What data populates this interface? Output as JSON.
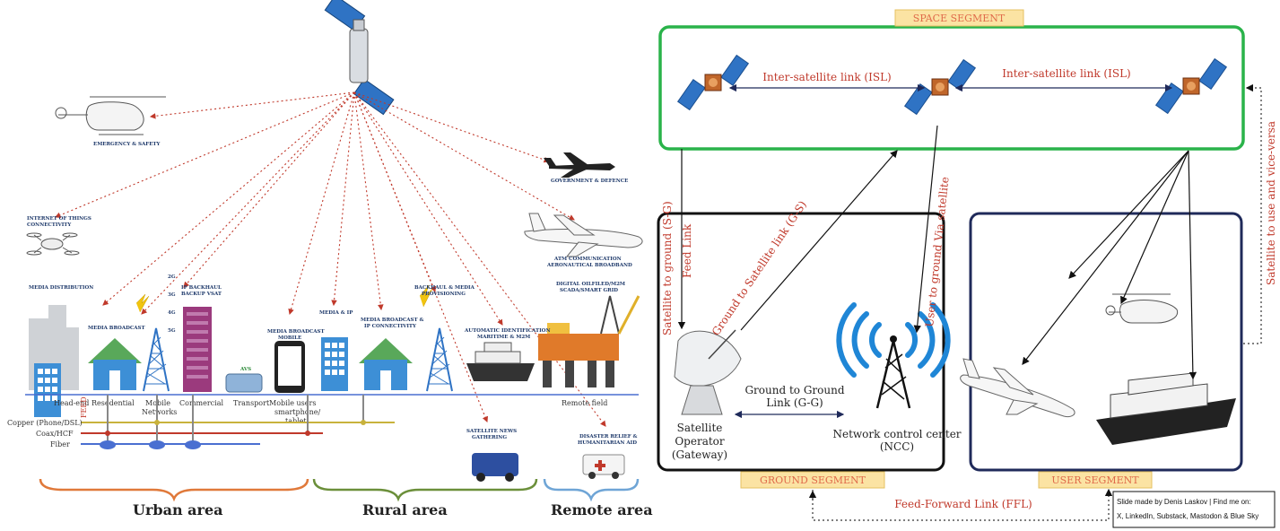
{
  "left_diagram": {
    "aerial_labels": {
      "emergency": "EMERGENCY & SAFETY",
      "iot": [
        "INTERNET OF THINGS",
        "CONNECTIVITY"
      ],
      "government": "GOVERNMENT & DEFENCE",
      "atm": [
        "ATM COMMUNICATION",
        "AERONAUTICAL BROADBAND"
      ],
      "oilfield": [
        "DIGITAL OILFILED/M2M",
        "SCADA/SMART GRID"
      ]
    },
    "service_labels": {
      "media_distribution": "MEDIA DISTRIBUTION",
      "media_broadcast": "MEDIA BROADCAST",
      "cellular": [
        "2G",
        "3G",
        "4G",
        "5G"
      ],
      "ip_backhaul": [
        "IP BACKHAUL",
        "BACKUP VSAT"
      ],
      "media_broadcast_mobile": [
        "MEDIA BROADCAST",
        "MOBILE"
      ],
      "media_ip": "MEDIA & IP",
      "media_broadcast_ip": [
        "MEDIA BROADCAST &",
        "IP CONNECTIVITY"
      ],
      "backhaul_media": [
        "BACKHAUL & MEDIA",
        "PROVISIONING"
      ],
      "ais": [
        "AUTOMATIC IDENTIFICATION",
        "MARITIME & M2M"
      ],
      "satellite_news": [
        "SATELLITE NEWS",
        "GATHERING"
      ],
      "disaster": [
        "DISASTER RELIEF &",
        "HUMANITARIAN AID"
      ],
      "avs": "AVS"
    },
    "ground_labels": {
      "head_end": "Head-end",
      "residential": "Resedential",
      "mobile_networks": [
        "Mobile",
        "Networks"
      ],
      "commercial": "Commercial",
      "transport": "Transport",
      "mobile_users": [
        "Mobile users",
        "smartphone/",
        "tablet"
      ],
      "remote_field": "Remote field",
      "feed": "FEED"
    },
    "cable_legend": [
      "Copper (Phone/DSL)",
      "Coax/HCF",
      "Fiber"
    ],
    "areas": {
      "urban": "Urban area",
      "rural": "Rural area",
      "remote": "Remote area"
    }
  },
  "right_diagram": {
    "space_segment": "SPACE SEGMENT",
    "ground_segment": "GROUND SEGMENT",
    "user_segment": "USER SEGMENT",
    "isl_left": "Inter-satellite link (ISL)",
    "isl_right": "Inter-satellite link (ISL)",
    "s_g": "Satellite to ground (S-G)",
    "feed_link": "Feed Link",
    "g_s": "Ground to Satellite link (G-S)",
    "user_ground": "User to ground Via satellite",
    "sat_user": "Satellite to use and vice-versa",
    "g_g": [
      "Ground to Ground",
      "Link (G-G)"
    ],
    "gateway": [
      "Satellite",
      "Operator",
      "(Gateway)"
    ],
    "ncc": [
      "Network control center",
      "(NCC)"
    ],
    "ffl": "Feed-Forward Link (FFL)",
    "credit": [
      "Slide made by Denis Laskov | Find me on:",
      "X, LinkedIn, Substack, Mastodon & Blue Sky"
    ]
  },
  "colors": {
    "space_border": "#2ab34a",
    "ground_border": "#111111",
    "user_border": "#1f2a5a",
    "link_text": "#c0392b",
    "segment_tag_bg": "#fbe3a3",
    "urban_brace": "#e0793a",
    "rural_brace": "#6b8f3a",
    "remote_brace": "#6fa5d6"
  }
}
